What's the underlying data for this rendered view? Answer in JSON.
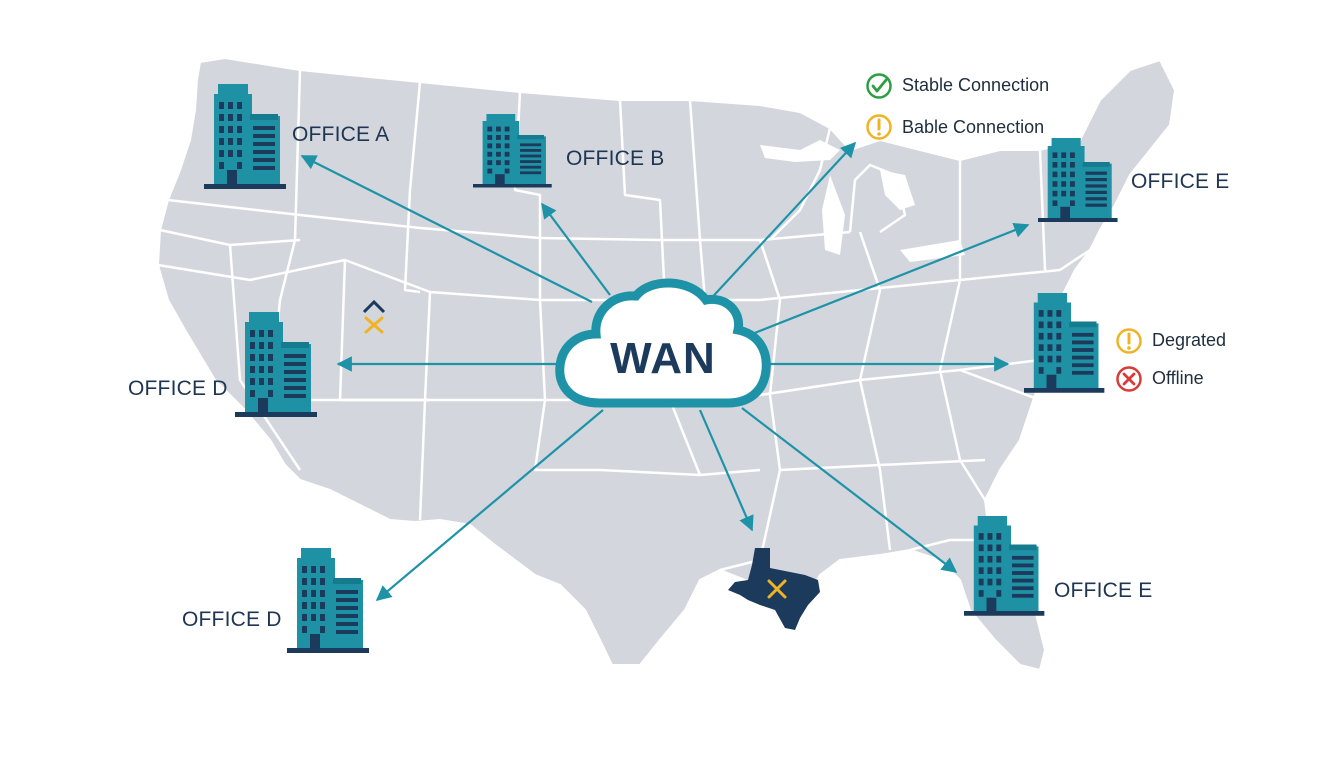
{
  "hub": {
    "label": "WAN"
  },
  "offices": [
    {
      "id": "a",
      "label": "OFFICE A"
    },
    {
      "id": "b",
      "label": "OFFICE B"
    },
    {
      "id": "e_top",
      "label": "OFFICE E"
    },
    {
      "id": "d_west",
      "label": "OFFICE D"
    },
    {
      "id": "d_sw",
      "label": "OFFICE D"
    },
    {
      "id": "e_se",
      "label": "OFFICE E"
    }
  ],
  "legend_top": {
    "stable": {
      "label": "Stable Connection",
      "icon": "check-circle-icon",
      "color": "#2e9e44"
    },
    "bable": {
      "label": "Bable Connection",
      "icon": "warning-circle-icon",
      "color": "#f0b323"
    }
  },
  "legend_right": {
    "degraded": {
      "label": "Degrated",
      "icon": "warning-circle-icon",
      "color": "#f0b323"
    },
    "offline": {
      "label": "Offline",
      "icon": "x-circle-icon",
      "color": "#d93a3a"
    }
  },
  "colors": {
    "map_fill": "#d3d6dc",
    "state_border": "#ffffff",
    "link": "#1e93a8",
    "building": "#1e91a5",
    "building_dark": "#1c3a5c",
    "cloud_stroke": "#1e93a8"
  }
}
